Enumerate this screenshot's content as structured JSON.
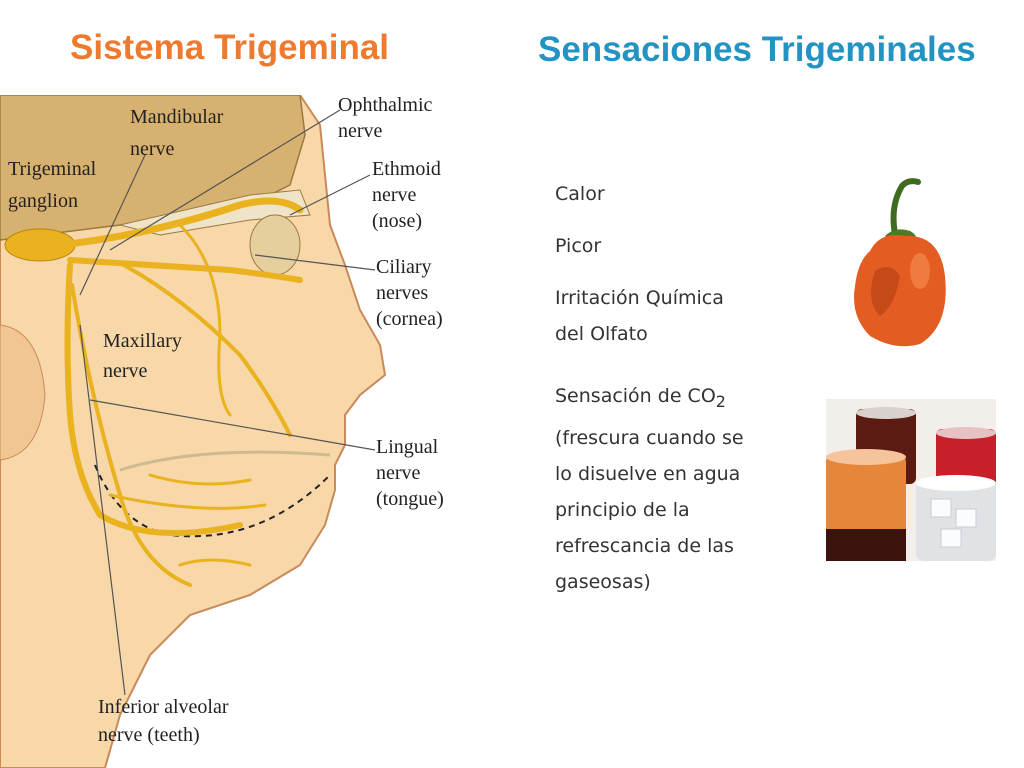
{
  "slide": {
    "title_left": "Sistema Trigeminal",
    "title_right": "Sensaciones Trigeminales"
  },
  "diagram": {
    "labels": {
      "mandibular": [
        "Mandibular",
        "nerve"
      ],
      "ophthalmic": [
        "Ophthalmic",
        "nerve"
      ],
      "ganglion": [
        "Trigeminal",
        "ganglion"
      ],
      "ethmoid": [
        "Ethmoid",
        "nerve",
        "(nose)"
      ],
      "ciliary": [
        "Ciliary",
        "nerves",
        "(cornea)"
      ],
      "maxillary": [
        "Maxillary",
        "nerve"
      ],
      "lingual": [
        "Lingual",
        "nerve",
        "(tongue)"
      ],
      "alveolar": [
        "Inferior alveolar",
        "nerve (teeth)"
      ]
    }
  },
  "sensations": {
    "items": [
      {
        "lines": [
          "Calor"
        ]
      },
      {
        "lines": [
          "Picor"
        ]
      },
      {
        "lines": [
          "Irritación Química",
          "del Olfato"
        ]
      },
      {
        "prefix": "Sensación de CO",
        "subscript": "2",
        "lines": [
          "(frescura cuando se",
          "lo disuelve en agua",
          "principio de la",
          "refrescancia de las",
          "gaseosas)"
        ]
      }
    ]
  },
  "images": [
    {
      "name": "chili-pepper",
      "description_hidden": true
    },
    {
      "name": "soda-glasses",
      "description_hidden": true
    }
  ],
  "colors": {
    "title_left": "#ee7a30",
    "title_right": "#2393c4",
    "skin": "#f8d7a8",
    "nerve": "#e9b21e"
  }
}
